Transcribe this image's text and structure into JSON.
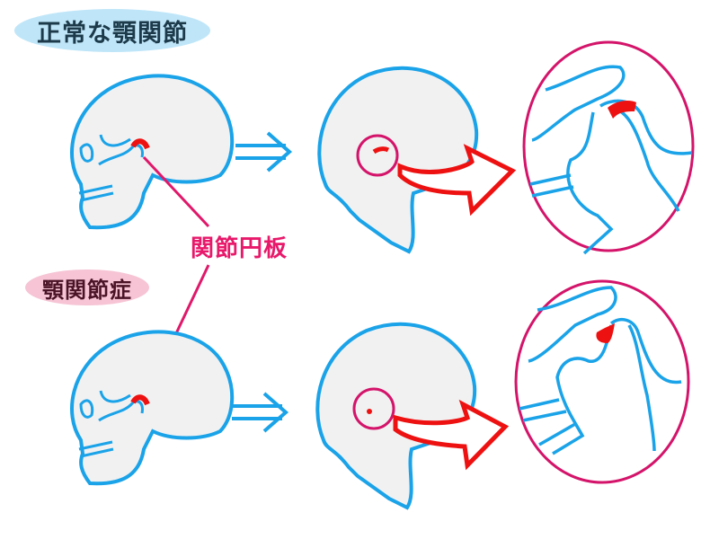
{
  "labels": {
    "normal": "正常な顎関節",
    "disorder": "顎関節症",
    "disc": "関節円板"
  },
  "colors": {
    "outline": "#1aa3e8",
    "bone_fill": "#f1f1f2",
    "disc": "#ee1111",
    "leader_line": "#e0186a",
    "zoom_ring": "#d4146a",
    "big_arrow": "#ee1111",
    "normal_pill": "#bfe6f8",
    "disorder_pill": "#f6c4d4"
  },
  "rows": [
    {
      "name": "normal",
      "steps": [
        "closed-mouth skull",
        "open-mouth skull",
        "magnified joint (disc in place)"
      ]
    },
    {
      "name": "disorder",
      "steps": [
        "closed-mouth skull",
        "open-mouth skull",
        "magnified joint (disc displaced)"
      ]
    }
  ]
}
